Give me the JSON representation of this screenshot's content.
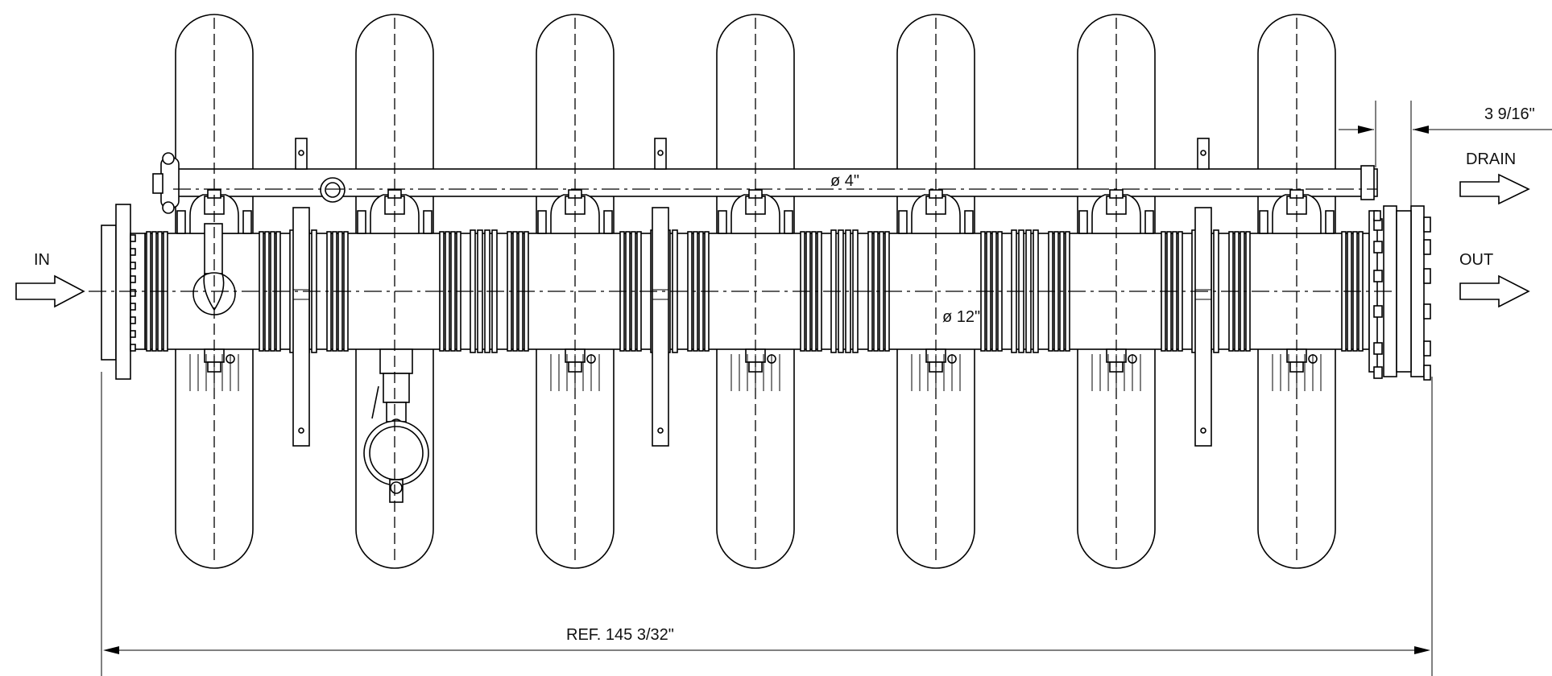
{
  "labels": {
    "inlet": "IN",
    "outlet": "OUT",
    "drain": "DRAIN",
    "drain_pipe_diameter": "ø 4\"",
    "main_pipe_diameter": "ø 12\"",
    "overall_length": "REF. 145 3/32\"",
    "offset_dimension": "3 9/16\""
  },
  "filter_count": 7,
  "colors": {
    "line": "#000000",
    "background": "#ffffff"
  }
}
